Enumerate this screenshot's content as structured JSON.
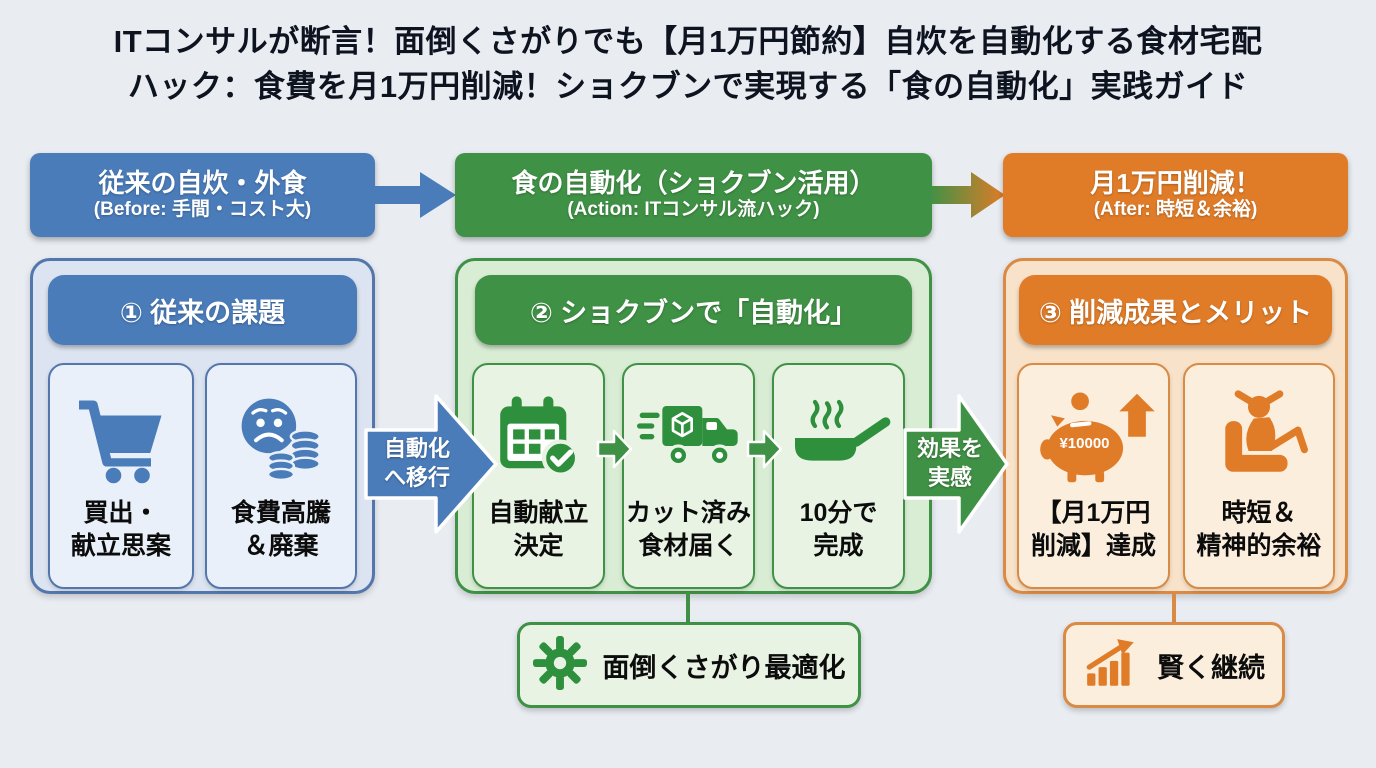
{
  "title": {
    "line1": "ITコンサルが断言！面倒くさがりでも【月1万円節約】自炊を自動化する食材宅配",
    "line2": "ハック：食費を月1万円削減！ショクブンで実現する「食の自動化」実践ガイド"
  },
  "flow": {
    "before": {
      "title": "従来の自炊・外食",
      "subtitle": "(Before: 手間・コスト大)"
    },
    "action": {
      "title": "食の自動化（ショクブン活用）",
      "subtitle": "(Action: ITコンサル流ハック)"
    },
    "after": {
      "title": "月1万円削減！",
      "subtitle": "(After: 時短＆余裕)"
    }
  },
  "sections": [
    {
      "header": "① 従来の課題",
      "cards": [
        {
          "icon": "shopping-cart-icon",
          "lines": [
            "買出・",
            "献立思案"
          ]
        },
        {
          "icon": "worried-face-coins-icon",
          "lines": [
            "食費高騰",
            "＆廃棄"
          ]
        }
      ]
    },
    {
      "header": "② ショクブンで「自動化」",
      "cards": [
        {
          "icon": "calendar-check-icon",
          "lines": [
            "自動献立",
            "決定"
          ]
        },
        {
          "icon": "delivery-truck-icon",
          "lines": [
            "カット済み",
            "食材届く"
          ]
        },
        {
          "icon": "frying-pan-icon",
          "lines": [
            "10分で",
            "完成"
          ]
        }
      ]
    },
    {
      "header": "③ 削減成果とメリット",
      "cards": [
        {
          "icon": "piggy-bank-icon",
          "badge": "¥10000",
          "lines": [
            "【月1万円",
            "削減】達成"
          ]
        },
        {
          "icon": "relaxing-person-icon",
          "lines": [
            "時短＆",
            "精神的余裕"
          ]
        }
      ]
    }
  ],
  "big_arrows": [
    {
      "lines": [
        "自動化",
        "へ移行"
      ]
    },
    {
      "lines": [
        "効果を",
        "実感"
      ]
    }
  ],
  "callouts": [
    {
      "icon": "gear-icon",
      "label": "面倒くさがり最適化"
    },
    {
      "icon": "growth-chart-icon",
      "label": "賢く継続"
    }
  ],
  "colors": {
    "blue": "#4a7cba",
    "green": "#3f9145",
    "orange": "#e07c28",
    "background": "#e9edf2"
  }
}
